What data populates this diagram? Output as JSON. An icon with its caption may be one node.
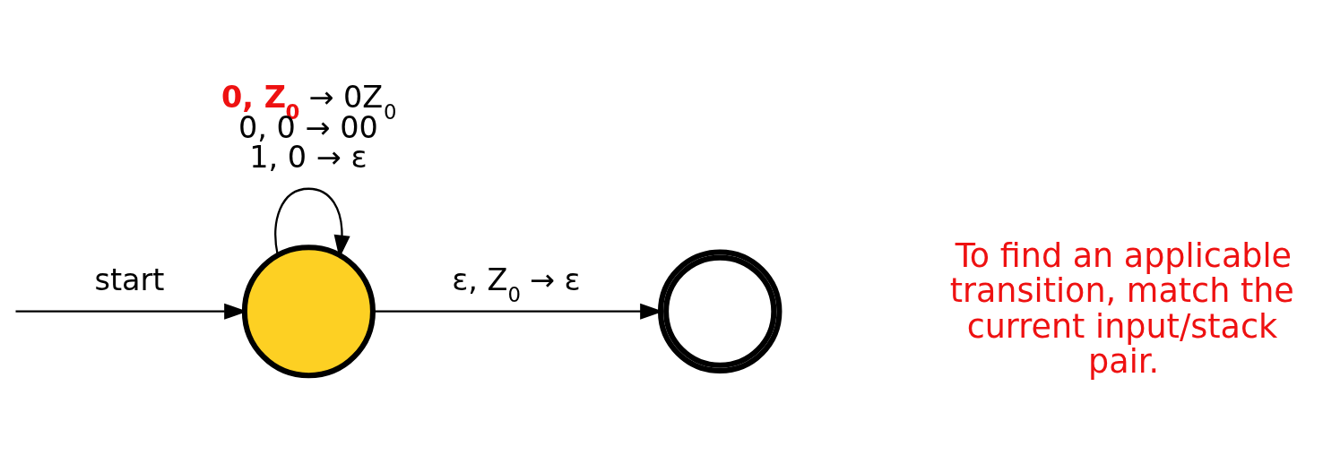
{
  "diagram": {
    "nodes": [
      {
        "text": [],
        "shape": "circle"
      },
      {
        "text": [],
        "shape": "doublecircle"
      }
    ],
    "edges": [
      {
        "from": null,
        "to": 0,
        "arrow": "to",
        "label": "start"
      },
      {
        "from": 0,
        "to": 0,
        "arrow": "to",
        "label": [
          "**0, Z$_{0}$** → 0Z$_{0}$",
          "0, 0 → 00",
          "1, 0 → ε"
        ]
      },
      {
        "from": 0,
        "to": 1,
        "arrow": "to",
        "label": "ε, Z$_{0}$ → ε"
      }
    ],
    "labels": [
      "To find an applicable transition, match the current input/stack pair."
    ]
  }
}
